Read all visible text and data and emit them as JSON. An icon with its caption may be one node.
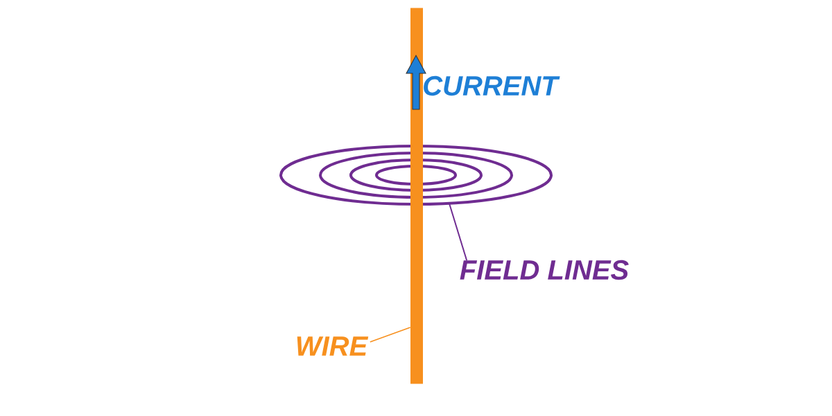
{
  "diagram": {
    "nodes": [
      {
        "text": [],
        "shape": "ellipse"
      },
      {
        "text": [
          "FIELD LINES"
        ]
      },
      {
        "text": [
          "WIRE"
        ]
      },
      {
        "text": [],
        "shape": "bar"
      }
    ],
    "edges": [
      {
        "from": 1,
        "to": 0,
        "arrow": "none",
        "color": "#6f2c91"
      },
      {
        "from": 2,
        "to": 3,
        "arrow": "none",
        "color": "#f7901e"
      }
    ],
    "labels": [
      "CURRENT"
    ]
  }
}
